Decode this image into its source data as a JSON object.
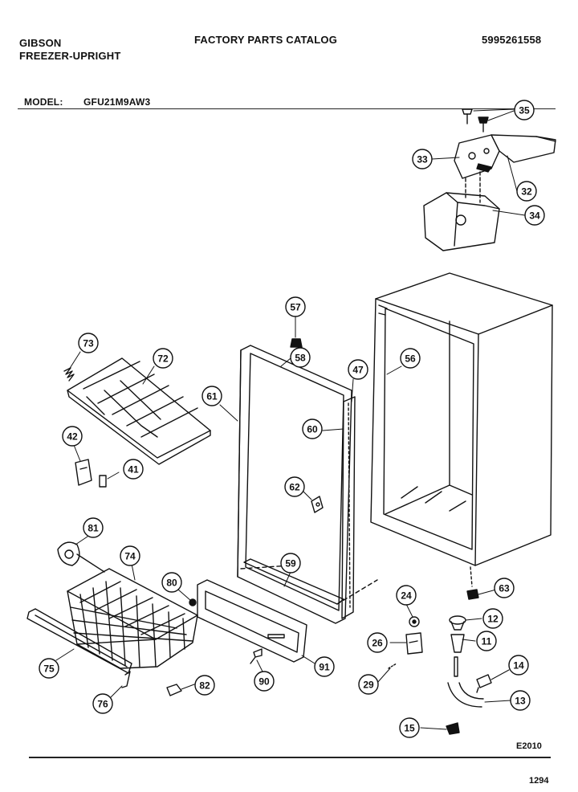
{
  "header": {
    "brand": "GIBSON",
    "category": "FREEZER-UPRIGHT",
    "title": "FACTORY PARTS CATALOG",
    "catalog_number": "5995261558",
    "model_label": "MODEL:",
    "model_value": "GFU21M9AW3"
  },
  "footer": {
    "drawing_code": "E2010",
    "page_number": "1294"
  },
  "callouts": [
    {
      "id": "35",
      "label": "35"
    },
    {
      "id": "33",
      "label": "33"
    },
    {
      "id": "32",
      "label": "32"
    },
    {
      "id": "34",
      "label": "34"
    },
    {
      "id": "57",
      "label": "57"
    },
    {
      "id": "73",
      "label": "73"
    },
    {
      "id": "72",
      "label": "72"
    },
    {
      "id": "58",
      "label": "58"
    },
    {
      "id": "47",
      "label": "47"
    },
    {
      "id": "56",
      "label": "56"
    },
    {
      "id": "61",
      "label": "61"
    },
    {
      "id": "60",
      "label": "60"
    },
    {
      "id": "42",
      "label": "42"
    },
    {
      "id": "41",
      "label": "41"
    },
    {
      "id": "62",
      "label": "62"
    },
    {
      "id": "81",
      "label": "81"
    },
    {
      "id": "74",
      "label": "74"
    },
    {
      "id": "59",
      "label": "59"
    },
    {
      "id": "80",
      "label": "80"
    },
    {
      "id": "63",
      "label": "63"
    },
    {
      "id": "24",
      "label": "24"
    },
    {
      "id": "12",
      "label": "12"
    },
    {
      "id": "11",
      "label": "11"
    },
    {
      "id": "26",
      "label": "26"
    },
    {
      "id": "75",
      "label": "75"
    },
    {
      "id": "91",
      "label": "91"
    },
    {
      "id": "14",
      "label": "14"
    },
    {
      "id": "90",
      "label": "90"
    },
    {
      "id": "82",
      "label": "82"
    },
    {
      "id": "29",
      "label": "29"
    },
    {
      "id": "76",
      "label": "76"
    },
    {
      "id": "13",
      "label": "13"
    },
    {
      "id": "15",
      "label": "15"
    }
  ]
}
